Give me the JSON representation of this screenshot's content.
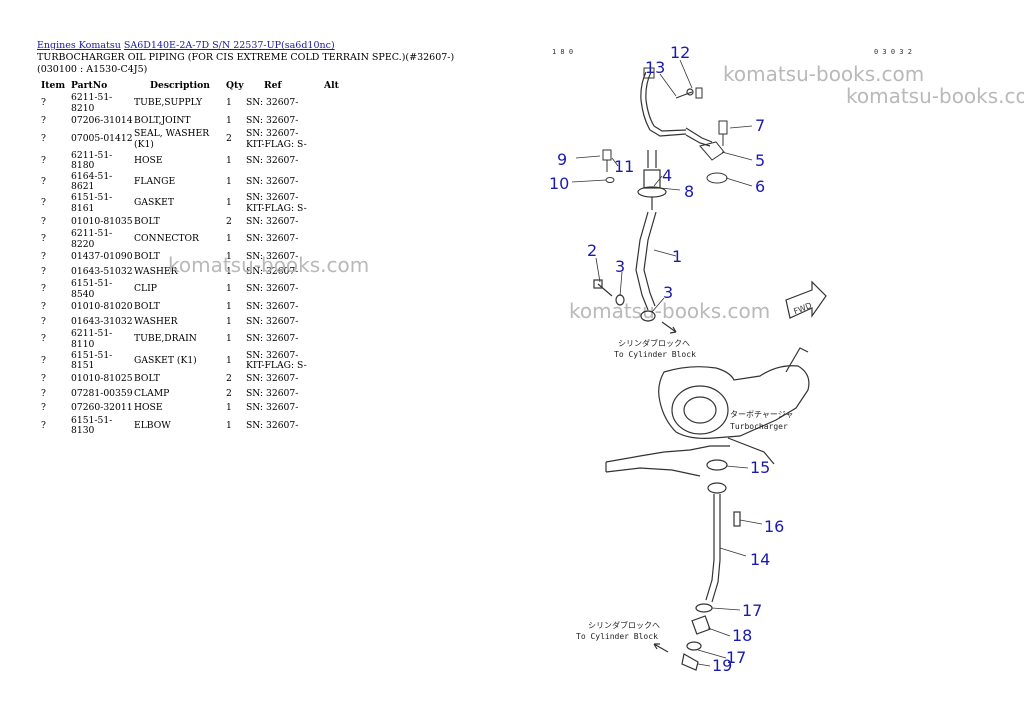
{
  "breadcrumb": {
    "link1": "Engines Komatsu",
    "link2": "SA6D140E-2A-7D S/N 22537-UP(sa6d10nc)"
  },
  "title": "TURBOCHARGER OIL PIPING (FOR CIS EXTREME COLD TERRAIN SPEC.)(#32607-)(030100 : A1530-C4J5)",
  "table": {
    "headers": [
      "Item",
      "PartNo",
      "Description",
      "Qty",
      "Ref",
      "Alt"
    ],
    "rows": [
      {
        "item": "?",
        "part": "6211-51-8210",
        "desc": "TUBE,SUPPLY",
        "qty": "1",
        "ref": "SN: 32607-",
        "ref2": ""
      },
      {
        "item": "?",
        "part": "07206-31014",
        "desc": "BOLT,JOINT",
        "qty": "1",
        "ref": "SN: 32607-",
        "ref2": ""
      },
      {
        "item": "?",
        "part": "07005-01412",
        "desc": "SEAL, WASHER (K1)",
        "qty": "2",
        "ref": "SN: 32607-",
        "ref2": "KIT-FLAG: S-"
      },
      {
        "item": "?",
        "part": "6211-51-8180",
        "desc": "HOSE",
        "qty": "1",
        "ref": "SN: 32607-",
        "ref2": ""
      },
      {
        "item": "?",
        "part": "6164-51-8621",
        "desc": "FLANGE",
        "qty": "1",
        "ref": "SN: 32607-",
        "ref2": ""
      },
      {
        "item": "?",
        "part": "6151-51-8161",
        "desc": "GASKET",
        "qty": "1",
        "ref": "SN: 32607-",
        "ref2": "KIT-FLAG: S-"
      },
      {
        "item": "?",
        "part": "01010-81035",
        "desc": "BOLT",
        "qty": "2",
        "ref": "SN: 32607-",
        "ref2": ""
      },
      {
        "item": "?",
        "part": "6211-51-8220",
        "desc": "CONNECTOR",
        "qty": "1",
        "ref": "SN: 32607-",
        "ref2": ""
      },
      {
        "item": "?",
        "part": "01437-01090",
        "desc": "BOLT",
        "qty": "1",
        "ref": "SN: 32607-",
        "ref2": ""
      },
      {
        "item": "?",
        "part": "01643-51032",
        "desc": "WASHER",
        "qty": "1",
        "ref": "SN: 32607-",
        "ref2": ""
      },
      {
        "item": "?",
        "part": "6151-51-8540",
        "desc": "CLIP",
        "qty": "1",
        "ref": "SN: 32607-",
        "ref2": ""
      },
      {
        "item": "?",
        "part": "01010-81020",
        "desc": "BOLT",
        "qty": "1",
        "ref": "SN: 32607-",
        "ref2": ""
      },
      {
        "item": "?",
        "part": "01643-31032",
        "desc": "WASHER",
        "qty": "1",
        "ref": "SN: 32607-",
        "ref2": ""
      },
      {
        "item": "?",
        "part": "6211-51-8110",
        "desc": "TUBE,DRAIN",
        "qty": "1",
        "ref": "SN: 32607-",
        "ref2": ""
      },
      {
        "item": "?",
        "part": "6151-51-8151",
        "desc": "GASKET (K1)",
        "qty": "1",
        "ref": "SN: 32607-",
        "ref2": "KIT-FLAG: S-"
      },
      {
        "item": "?",
        "part": "01010-81025",
        "desc": "BOLT",
        "qty": "2",
        "ref": "SN: 32607-",
        "ref2": ""
      },
      {
        "item": "?",
        "part": "07281-00359",
        "desc": "CLAMP",
        "qty": "2",
        "ref": "SN: 32607-",
        "ref2": ""
      },
      {
        "item": "?",
        "part": "07260-32011",
        "desc": "HOSE",
        "qty": "1",
        "ref": "SN: 32607-",
        "ref2": ""
      },
      {
        "item": "?",
        "part": "6151-51-8130",
        "desc": "ELBOW",
        "qty": "1",
        "ref": "SN: 32607-",
        "ref2": ""
      }
    ]
  },
  "watermark": "komatsu-books.com",
  "diagram": {
    "code_left": "1 8 0",
    "code_right": "0 3 0 3 2",
    "fwd": "FWD",
    "note_jp": "シリンダブロックへ",
    "note_en": "To Cylinder Block",
    "turbo_jp": "ターボチャージャ",
    "turbo_en": "Turbocharger",
    "callouts": {
      "n1": "1",
      "n2": "2",
      "n3a": "3",
      "n3b": "3",
      "n4": "4",
      "n5": "5",
      "n6": "6",
      "n7": "7",
      "n8": "8",
      "n9": "9",
      "n10": "10",
      "n11": "11",
      "n12": "12",
      "n13": "13",
      "n14": "14",
      "n15": "15",
      "n16": "16",
      "n17a": "17",
      "n17b": "17",
      "n18": "18",
      "n19": "19"
    }
  }
}
